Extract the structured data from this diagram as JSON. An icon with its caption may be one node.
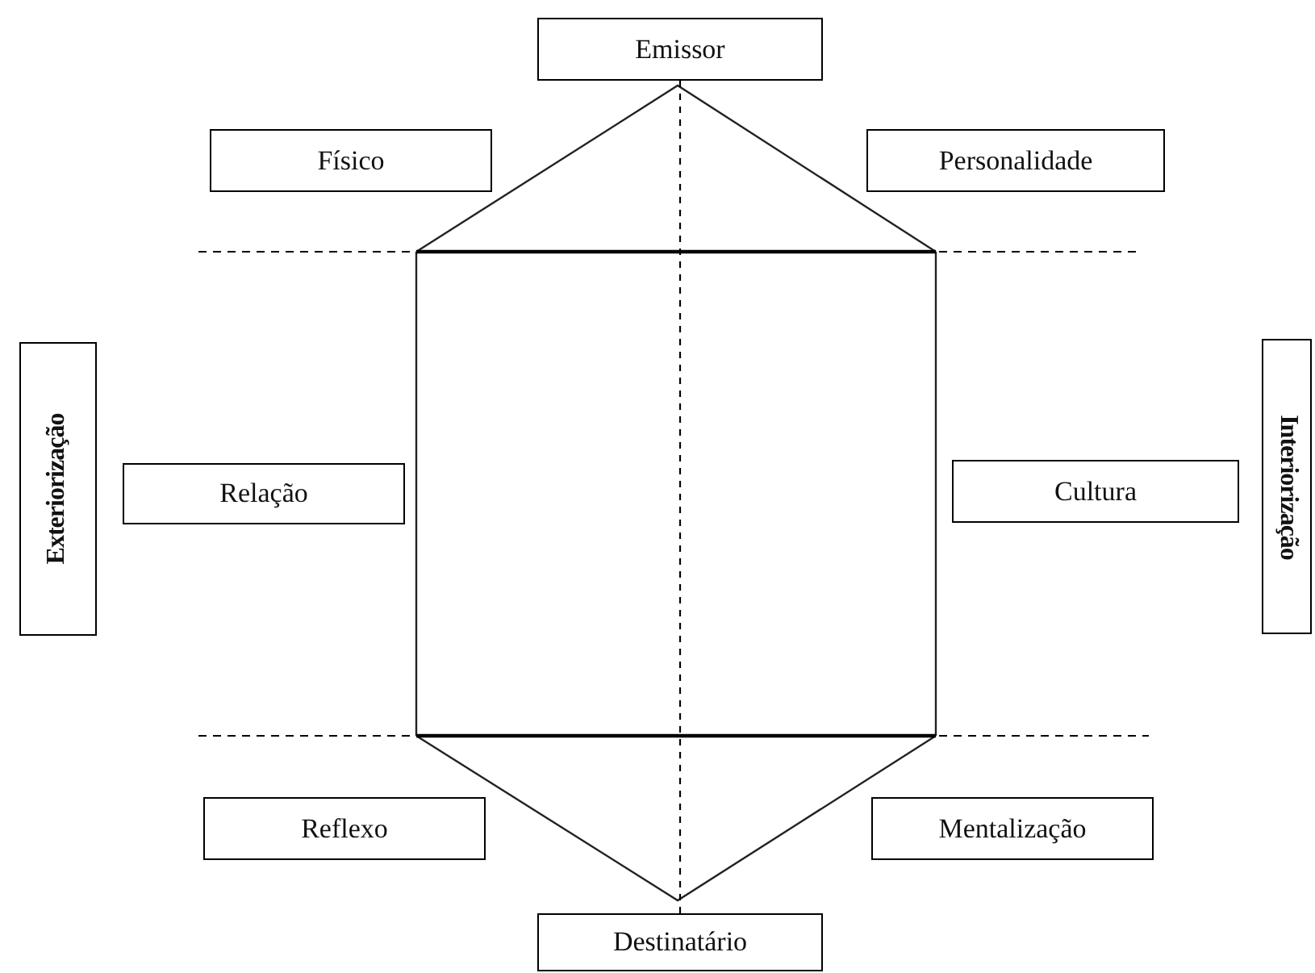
{
  "diagram": {
    "nodes": [
      {
        "text": [
          "Emissor"
        ]
      },
      {
        "text": [
          "Físico"
        ]
      },
      {
        "text": [
          "Personalidade"
        ]
      },
      {
        "text": [
          "Exteriorização"
        ]
      },
      {
        "text": [
          "Relação"
        ]
      },
      {
        "text": [
          "Cultura"
        ]
      },
      {
        "text": [
          "Interiorização"
        ]
      },
      {
        "text": [
          "Reflexo"
        ]
      },
      {
        "text": [
          "Mentalização"
        ]
      },
      {
        "text": [
          "Destinatário"
        ]
      }
    ],
    "edges": [
      {
        "from": 0,
        "to": 9,
        "arrow": "none",
        "style": "dashed"
      }
    ]
  }
}
